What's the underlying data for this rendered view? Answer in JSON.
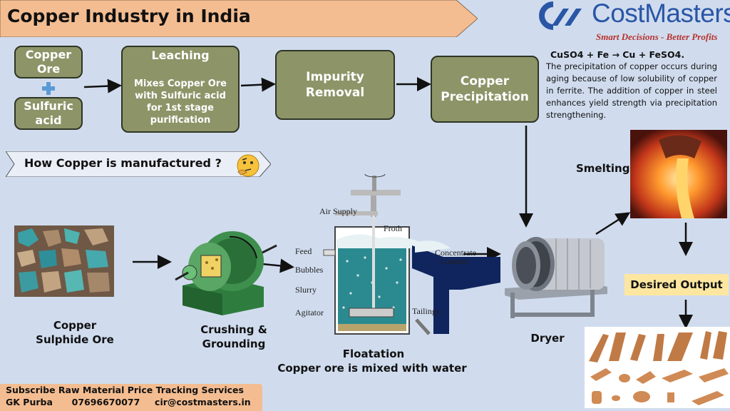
{
  "title": "Copper Industry in India",
  "logo": {
    "name": "CostMasters",
    "tagline": "Smart Decisions - Better Profits"
  },
  "process": {
    "copper_ore": "Copper Ore",
    "sulfuric_acid": "Sulfuric acid",
    "leaching_title": "Leaching",
    "leaching_desc": "Mixes Copper Ore with Sulfuric acid for 1st stage purification",
    "impurity_removal": "Impurity Removal",
    "copper_precipitation": "Copper Precipitation"
  },
  "note": {
    "equation": "CuSO4 + Fe → Cu + FeSO4.",
    "text": "The precipitation of copper occurs during aging because of low solubility of copper in ferrite. The addition of copper in steel enhances yield strength via precipitation strengthening."
  },
  "how_banner": "How Copper is manufactured ?",
  "stages": {
    "ore": "Copper Sulphide Ore",
    "crushing": "Crushing & Grounding",
    "floatation_title": "Floatation",
    "floatation_desc": "Copper ore is mixed with water",
    "dryer": "Dryer",
    "smelting": "Smelting",
    "desired_output": "Desired Output"
  },
  "floatation_labels": {
    "air_supply": "Air Supply",
    "froth": "Froth",
    "feed": "Feed",
    "bubbles": "Bubbles",
    "slurry": "Slurry",
    "agitator": "Agitator",
    "concentrate": "Concentrate",
    "launder": "Launder",
    "tailings": "Tailings"
  },
  "footer": {
    "line1": "Subscribe Raw Material Price Tracking Services",
    "name": "GK Purba",
    "phone": "07696670077",
    "email": "cir@costmasters.in"
  },
  "colors": {
    "box": "#8d9468",
    "banner": "#f4bd91",
    "background": "#d0dcee",
    "desired": "#fde7a0"
  }
}
